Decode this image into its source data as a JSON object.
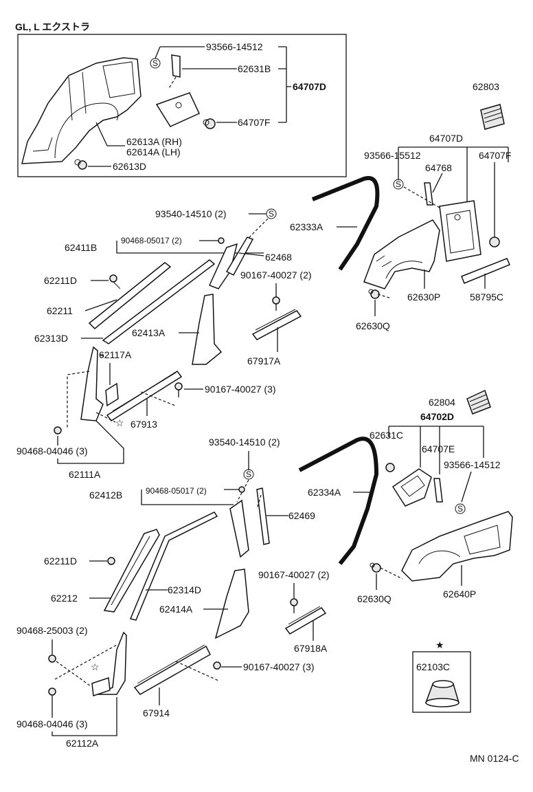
{
  "header": {
    "title": "GL, L エクストラ"
  },
  "footer": {
    "code": "MN 0124-C"
  },
  "labels": {
    "p93566_14512_a": "93566-14512",
    "p62631B": "62631B",
    "p64707D_a": "64707D",
    "p64707F_a": "64707F",
    "p62613A": "62613A (RH)",
    "p62614A": "62614A (LH)",
    "p62613D": "62613D",
    "p62803": "62803",
    "p64707D_b": "64707D",
    "p93566_15512": "93566-15512",
    "p64768": "64768",
    "p64707F_b": "64707F",
    "p62333A": "62333A",
    "p62630P": "62630P",
    "p58795C": "58795C",
    "p62630Q_a": "62630Q",
    "p93540_14510_a": "93540-14510 (2)",
    "p62411B": "62411B",
    "p90468_05017_a": "90468-05017 (2)",
    "p62468": "62468",
    "p90167_40027_a": "90167-40027 (2)",
    "p62211D_a": "62211D",
    "p62211": "62211",
    "p62313D": "62313D",
    "p62413A": "62413A",
    "p67917A": "67917A",
    "p62117A": "62117A",
    "p90167_40027_b": "90167-40027 (3)",
    "p67913": "67913",
    "p90468_04046_a": "90468-04046 (3)",
    "p62111A": "62111A",
    "p62804": "62804",
    "p64702D": "64702D",
    "p62631C": "62631C",
    "p64707E": "64707E",
    "p93566_14512_b": "93566-14512",
    "p93540_14510_b": "93540-14510 (2)",
    "p62334A": "62334A",
    "p62412B": "62412B",
    "p90468_05017_b": "90468-05017 (2)",
    "p62469": "62469",
    "p62211D_b": "62211D",
    "p62212": "62212",
    "p62314D": "62314D",
    "p62414A": "62414A",
    "p90167_40027_c": "90167-40027 (2)",
    "p67918A": "67918A",
    "p62630Q_b": "62630Q",
    "p62640P": "62640P",
    "p90468_25003": "90468-25003 (2)",
    "p90167_40027_d": "90167-40027 (3)",
    "p67914": "67914",
    "p90468_04046_b": "90468-04046 (3)",
    "p62112A": "62112A",
    "p62103C": "62103C"
  },
  "symbols": {
    "screw": "S",
    "star": "☆",
    "star_solid": "★"
  }
}
